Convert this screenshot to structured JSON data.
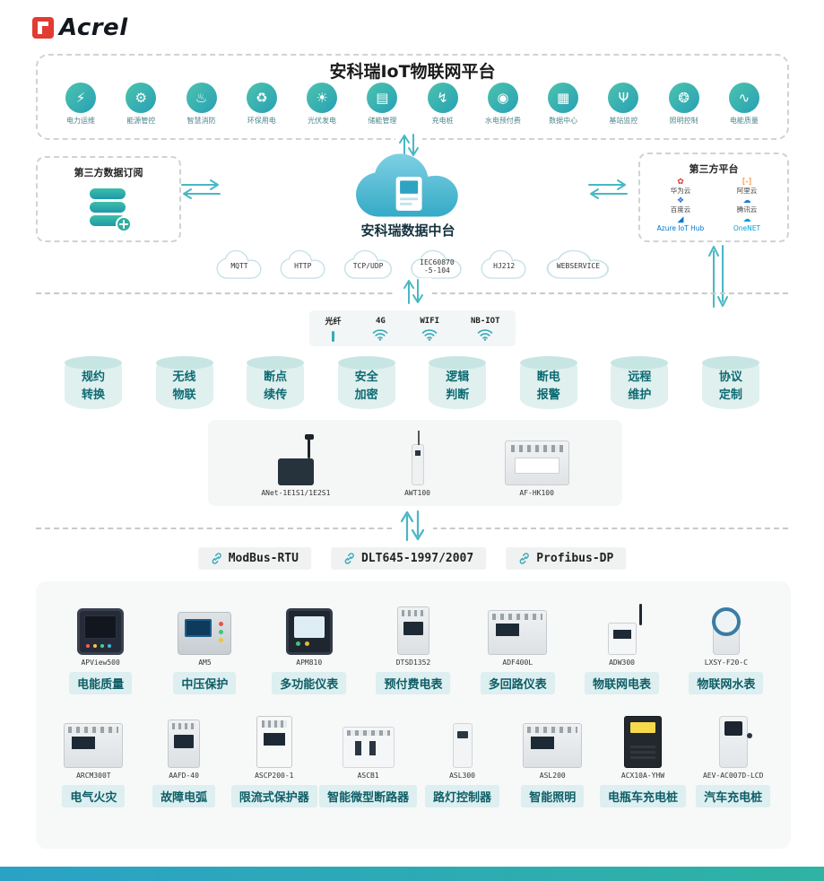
{
  "brand": {
    "name": "Acrel"
  },
  "platform": {
    "title": "安科瑞IoT物联网平台",
    "apps": [
      {
        "label": "电力运维",
        "glyph": "⚡"
      },
      {
        "label": "能源管控",
        "glyph": "⚙"
      },
      {
        "label": "智慧消防",
        "glyph": "♨"
      },
      {
        "label": "环保用电",
        "glyph": "♻"
      },
      {
        "label": "光伏发电",
        "glyph": "☀"
      },
      {
        "label": "储能管理",
        "glyph": "▤"
      },
      {
        "label": "充电桩",
        "glyph": "↯"
      },
      {
        "label": "水电预付费",
        "glyph": "◉"
      },
      {
        "label": "数据中心",
        "glyph": "▦"
      },
      {
        "label": "基站监控",
        "glyph": "Ψ"
      },
      {
        "label": "照明控制",
        "glyph": "❂"
      },
      {
        "label": "电能质量",
        "glyph": "∿"
      }
    ]
  },
  "subscription": {
    "title": "第三方数据订阅"
  },
  "data_hub": {
    "title": "安科瑞数据中台"
  },
  "third_party": {
    "title": "第三方平台",
    "providers": [
      {
        "name": "华为云",
        "glyph": "✿",
        "color": "#d43d33"
      },
      {
        "name": "阿里云",
        "glyph": "[-]",
        "color": "#ff7300"
      },
      {
        "name": "百度云",
        "glyph": "❖",
        "color": "#2b6bd4"
      },
      {
        "name": "腾讯云",
        "glyph": "☁",
        "color": "#1b7ed9"
      },
      {
        "name": "Azure IoT Hub",
        "glyph": "◢",
        "color": "#0078d4"
      },
      {
        "name": "OneNET",
        "glyph": "☁",
        "color": "#00a0dc"
      }
    ]
  },
  "transport_protocols": [
    {
      "l1": "MQTT",
      "l2": ""
    },
    {
      "l1": "HTTP",
      "l2": ""
    },
    {
      "l1": "TCP/UDP",
      "l2": ""
    },
    {
      "l1": "IEC60870",
      "l2": "-5-104"
    },
    {
      "l1": "HJ212",
      "l2": ""
    },
    {
      "l1": "WEBSERVICE",
      "l2": ""
    }
  ],
  "connectivity": [
    {
      "label": "光纤",
      "icon": "fiber-icon"
    },
    {
      "label": "4G",
      "icon": "wifi-icon"
    },
    {
      "label": "WIFI",
      "icon": "wifi-icon"
    },
    {
      "label": "NB-IOT",
      "icon": "wifi-icon"
    }
  ],
  "capabilities": [
    {
      "l1": "规约",
      "l2": "转换"
    },
    {
      "l1": "无线",
      "l2": "物联"
    },
    {
      "l1": "断点",
      "l2": "续传"
    },
    {
      "l1": "安全",
      "l2": "加密"
    },
    {
      "l1": "逻辑",
      "l2": "判断"
    },
    {
      "l1": "断电",
      "l2": "报警"
    },
    {
      "l1": "远程",
      "l2": "维护"
    },
    {
      "l1": "协议",
      "l2": "定制"
    }
  ],
  "gateways": [
    {
      "model": "ANet-1E1S1/1E2S1"
    },
    {
      "model": "AWT100"
    },
    {
      "model": "AF-HK100"
    }
  ],
  "field_protocols": [
    "ModBus-RTU",
    "DLT645-1997/2007",
    "Profibus-DP"
  ],
  "devices": {
    "row1": [
      {
        "model": "APView500",
        "label": "电能质量"
      },
      {
        "model": "AM5",
        "label": "中压保护"
      },
      {
        "model": "APM810",
        "label": "多功能仪表"
      },
      {
        "model": "DTSD1352",
        "label": "预付费电表"
      },
      {
        "model": "ADF400L",
        "label": "多回路仪表"
      },
      {
        "model": "ADW300",
        "label": "物联网电表"
      },
      {
        "model": "LXSY-F20-C",
        "label": "物联网水表"
      }
    ],
    "row2": [
      {
        "model": "ARCM300T",
        "label": "电气火灾"
      },
      {
        "model": "AAFD-40",
        "label": "故障电弧"
      },
      {
        "model": "ASCP200-1",
        "label": "限流式保护器"
      },
      {
        "model": "ASCB1",
        "label": "智能微型断路器"
      },
      {
        "model": "ASL300",
        "label": "路灯控制器"
      },
      {
        "model": "ASL200",
        "label": "智能照明"
      },
      {
        "model": "ACX10A-YHW",
        "label": "电瓶车充电桩"
      },
      {
        "model": "AEV-AC007D-LCD",
        "label": "汽车充电桩"
      }
    ]
  },
  "colors": {
    "accent": "#35aab8",
    "chip_bg": "#ddeff0",
    "chip_text": "#0e5d66",
    "footer_gradient_left": "#2aa2c6",
    "footer_gradient_right": "#2fb3a3"
  }
}
